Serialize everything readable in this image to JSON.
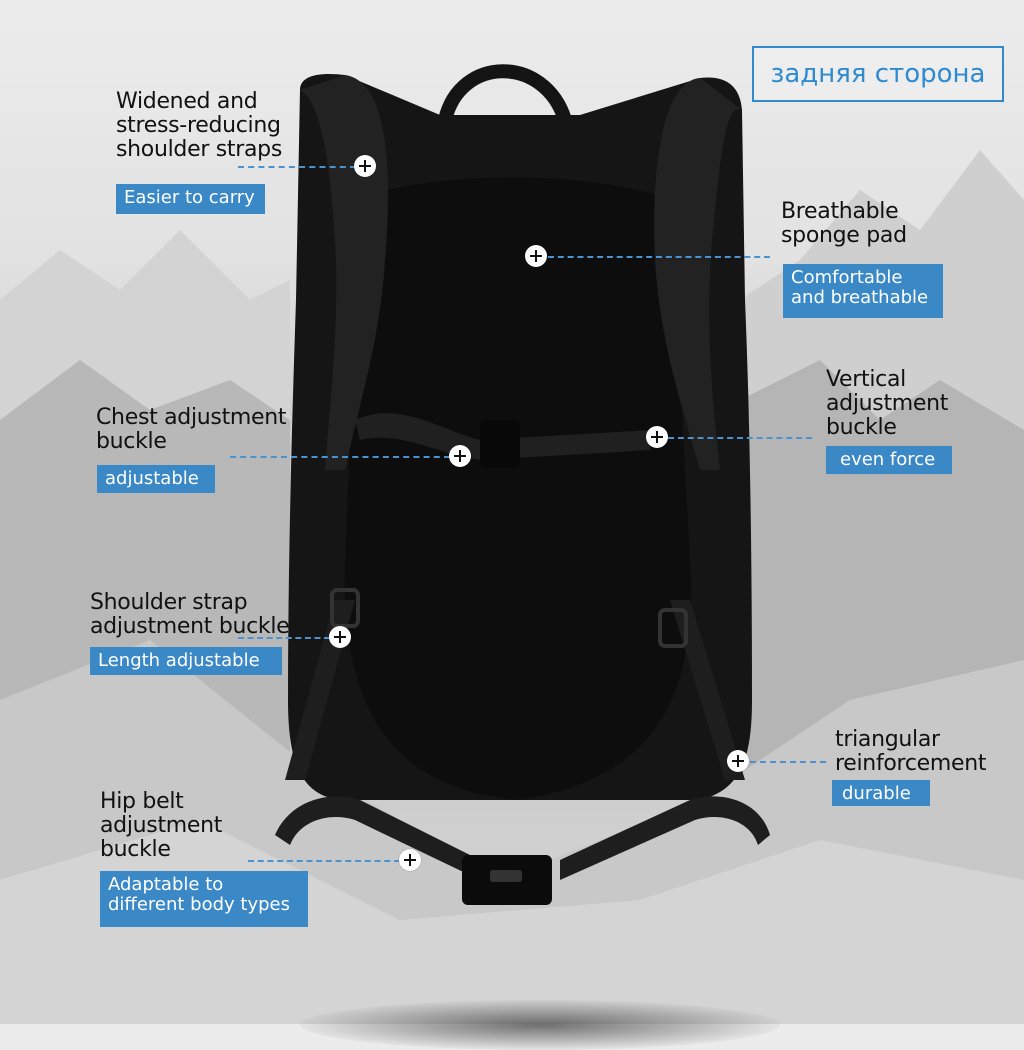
{
  "title": "задняя сторона",
  "colors": {
    "accent": "#3b88c7",
    "title_border": "#2e8bd0",
    "dashed_line": "#4a93d0",
    "backpack": "#141414"
  },
  "features": [
    {
      "id": "shoulder-straps",
      "label": "Widened and\nstress-reducing\nshoulder straps",
      "tag": "Easier to carry",
      "icon": "plus-hotspot-icon"
    },
    {
      "id": "sponge-pad",
      "label": "Breathable\nsponge pad",
      "tag": "Comfortable\nand breathable",
      "icon": "plus-hotspot-icon"
    },
    {
      "id": "chest-buckle",
      "label": "Chest adjustment\nbuckle",
      "tag": "adjustable",
      "icon": "plus-hotspot-icon"
    },
    {
      "id": "vertical-buckle",
      "label": "Vertical\nadjustment\nbuckle",
      "tag": "even force",
      "icon": "plus-hotspot-icon"
    },
    {
      "id": "strap-buckle",
      "label": "Shoulder strap\nadjustment buckle",
      "tag": "Length adjustable",
      "icon": "plus-hotspot-icon"
    },
    {
      "id": "triangular",
      "label": "triangular\nreinforcement",
      "tag": "durable",
      "icon": "plus-hotspot-icon"
    },
    {
      "id": "hip-belt",
      "label": "Hip belt\nadjustment\nbuckle",
      "tag": "Adaptable to\ndifferent body types",
      "icon": "plus-hotspot-icon"
    }
  ]
}
